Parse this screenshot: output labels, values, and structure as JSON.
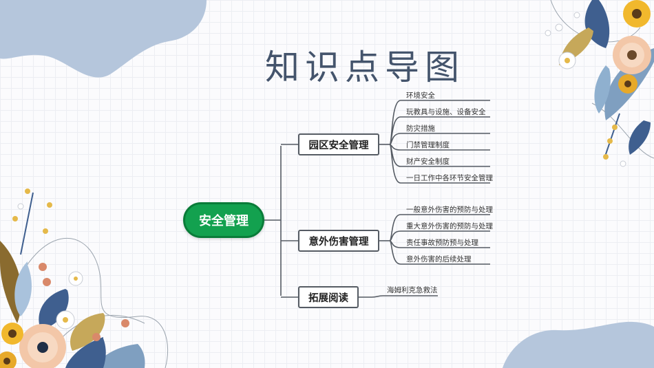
{
  "page_title": "知识点导图",
  "mindmap": {
    "root": "安全管理",
    "branches": [
      {
        "label": "园区安全管理",
        "children": [
          "环境安全",
          "玩教具与设施、设备安全",
          "防灾措施",
          "门禁管理制度",
          "财产安全制度",
          "一日工作中各环节安全管理"
        ]
      },
      {
        "label": "意外伤害管理",
        "children": [
          "一般意外伤害的预防与处理",
          "重大意外伤害的预防与处理",
          "责任事故预防预与处理",
          "意外伤害的后续处理"
        ]
      },
      {
        "label": "拓展阅读",
        "children": [
          "海姆利克急救法"
        ]
      }
    ]
  },
  "colors": {
    "root_fill": "#13a14f",
    "root_border": "#0a7c39",
    "title": "#44546c",
    "connector": "#555b63",
    "blob": "#b5c6dc"
  }
}
